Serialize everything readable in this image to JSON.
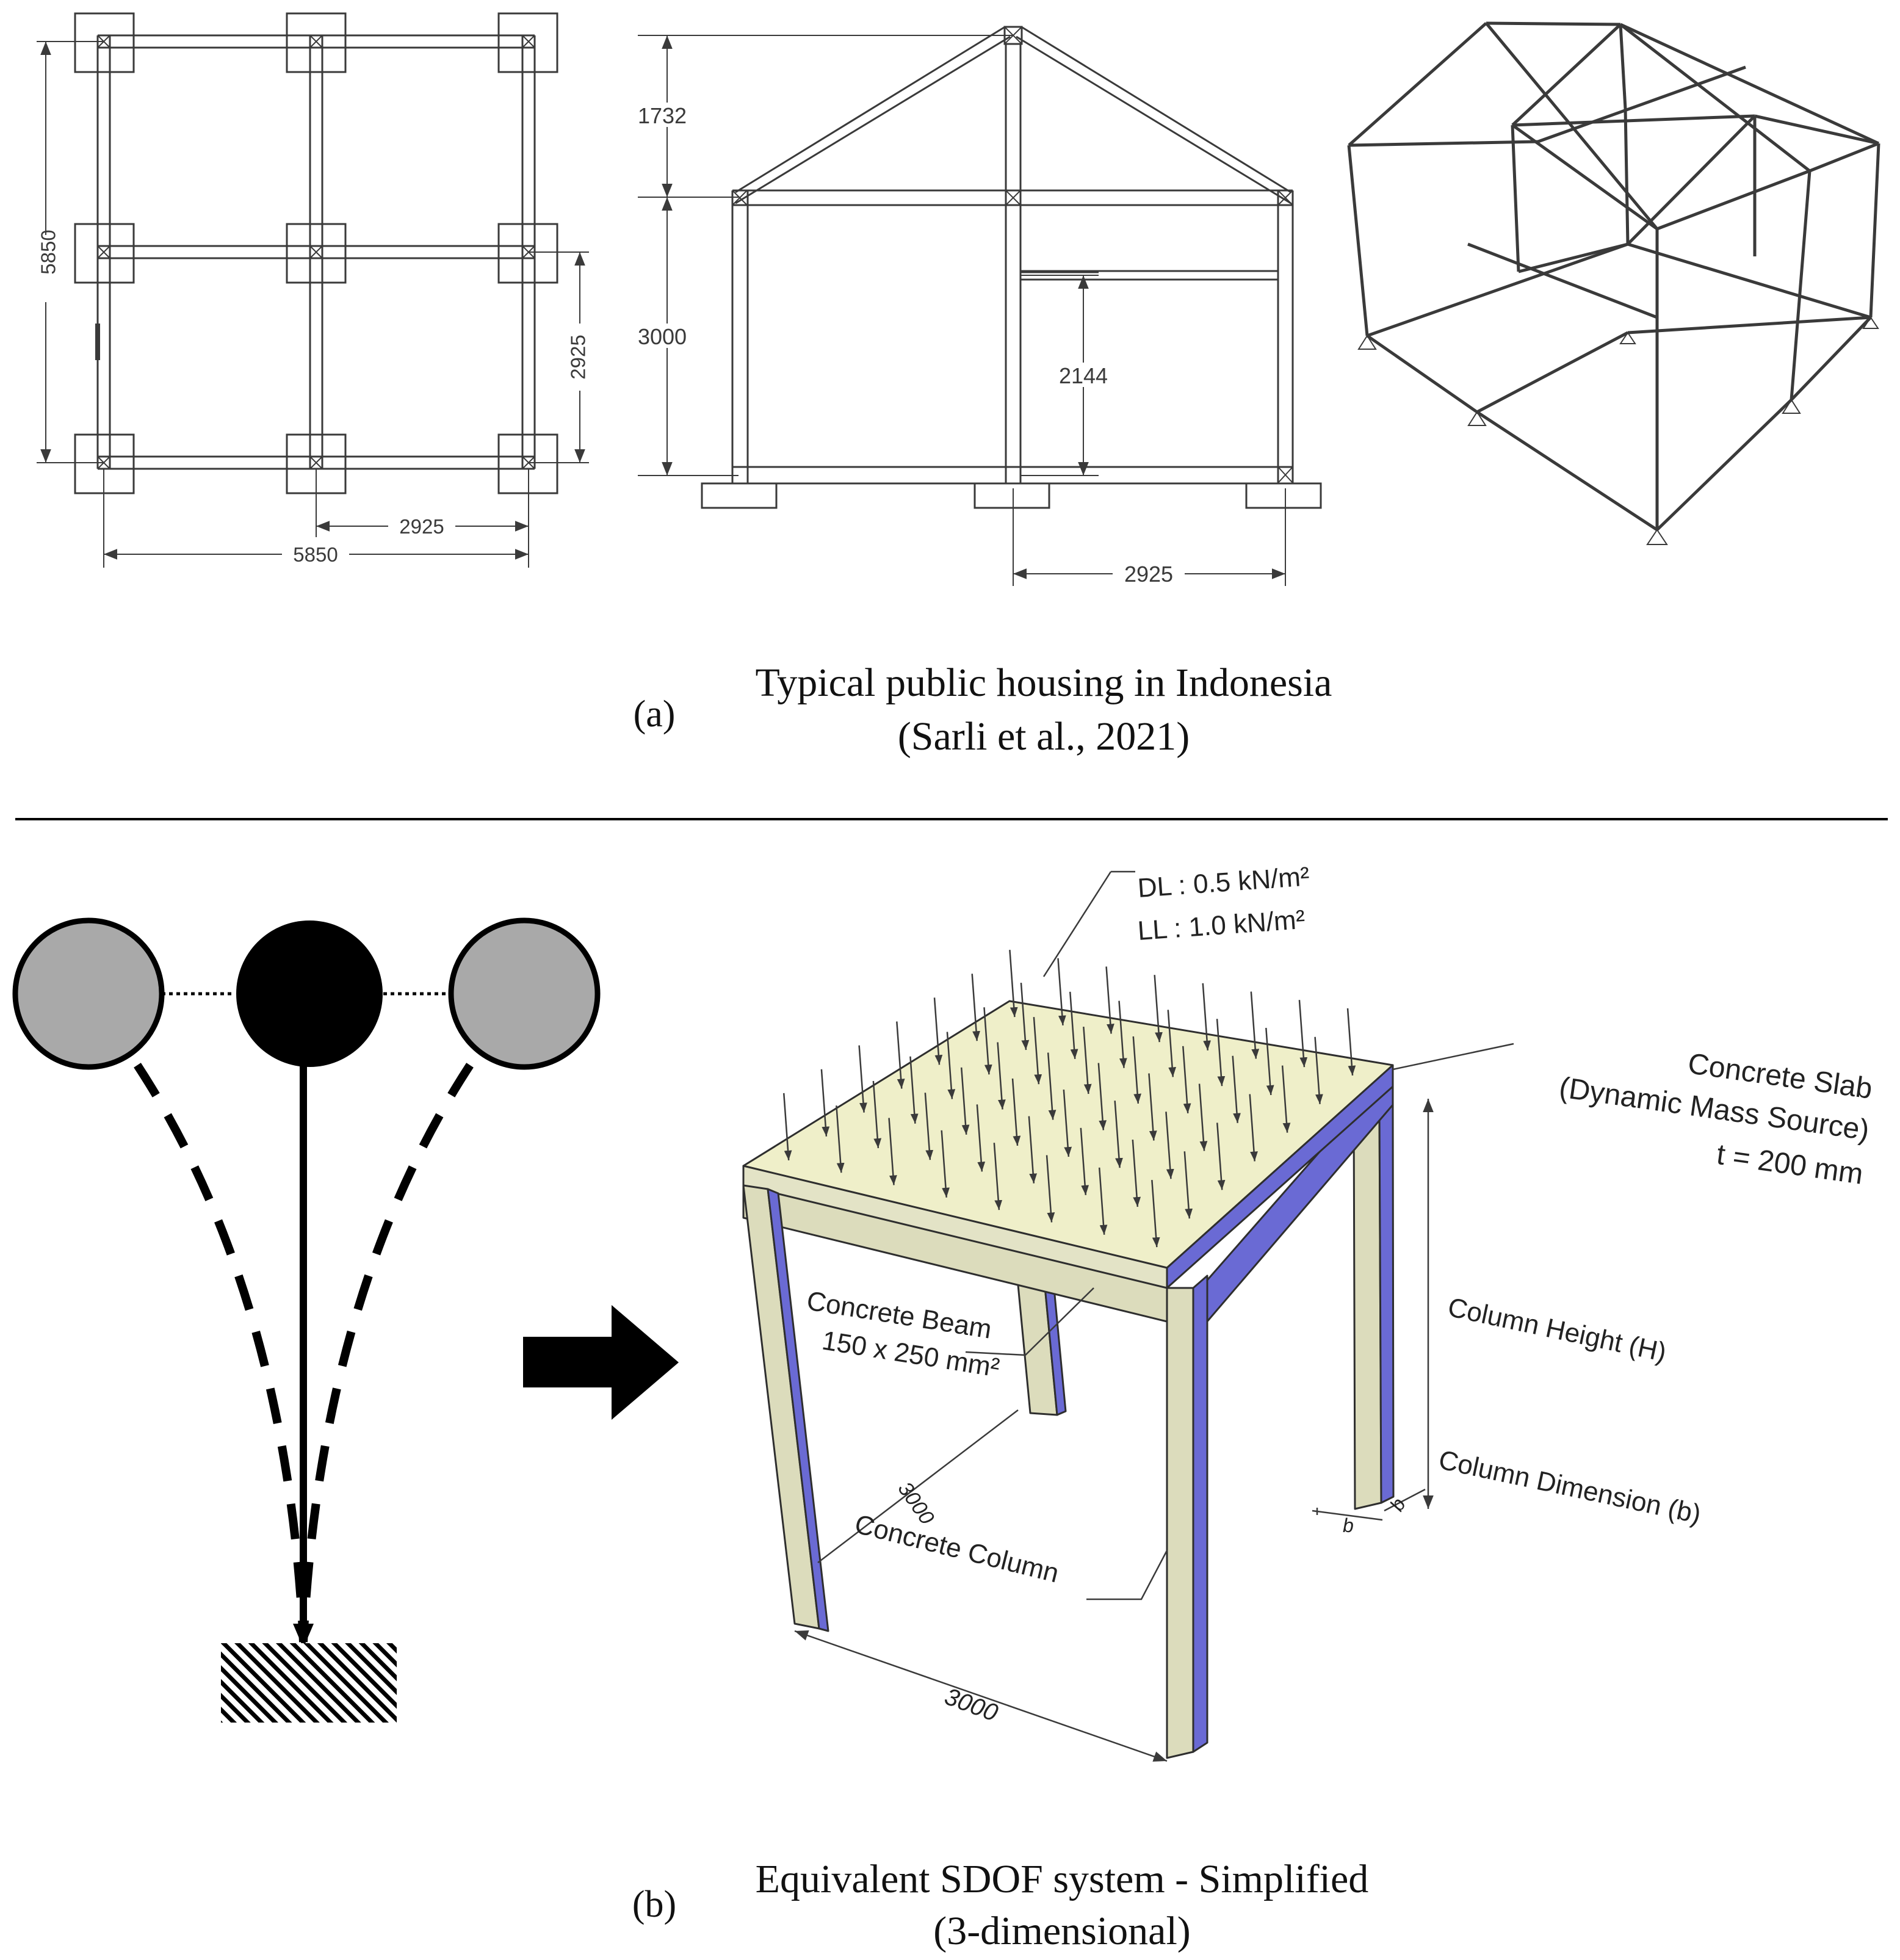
{
  "panel_a": {
    "label": "(a)",
    "caption_line1": "Typical public housing in Indonesia",
    "caption_line2": "(Sarli et al., 2021)",
    "plan": {
      "dim_left": "5850",
      "dim_right": "2925",
      "dim_bottom_half": "2925",
      "dim_bottom_full": "5850"
    },
    "elevation": {
      "dim_roof": "1732",
      "dim_wall": "3000",
      "dim_opening": "2144",
      "dim_bottom": "2925"
    }
  },
  "panel_b": {
    "label": "(b)",
    "caption_line1": "Equivalent SDOF system - Simplified",
    "caption_line2": "(3-dimensional)",
    "load_dl": "DL : 0.5 kN/m²",
    "load_ll": "LL : 1.0 kN/m²",
    "slab_line1": "Concrete Slab",
    "slab_line2": "(Dynamic Mass Source)",
    "slab_line3": "t = 200 mm",
    "beam_line1": "Concrete  Beam",
    "beam_line2": "150 x 250 mm²",
    "column_label": "Concrete Column",
    "column_height": "Column Height (H)",
    "column_dimension": "Column Dimension (b)",
    "dim_front": "3000",
    "dim_side": "3000",
    "dim_b1": "b",
    "dim_b2": "b"
  },
  "colors": {
    "line": "#3a3a3a",
    "slab_top": "#efefc9",
    "column_face": "#dcdcbc",
    "column_side": "#6a6ad4",
    "mass_gray": "#a9a9a9",
    "mass_black": "#000000"
  }
}
